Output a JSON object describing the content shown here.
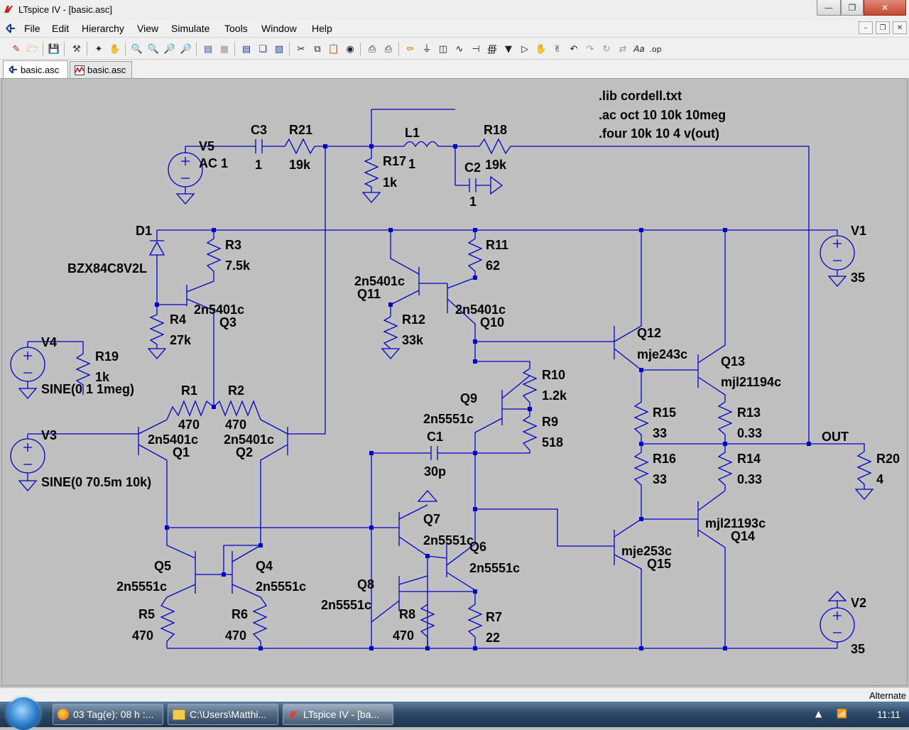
{
  "window": {
    "title": "LTspice IV - [basic.asc]"
  },
  "menu": [
    "File",
    "Edit",
    "Hierarchy",
    "View",
    "Simulate",
    "Tools",
    "Window",
    "Help"
  ],
  "tabs": [
    {
      "label": "basic.asc",
      "icon": "schematic-icon"
    },
    {
      "label": "basic.asc",
      "icon": "waveform-icon"
    }
  ],
  "status": {
    "text": "Alternate"
  },
  "taskbar": {
    "items": [
      {
        "label": "03 Tag(e): 08 h :...",
        "icon": "firefox-icon"
      },
      {
        "label": "C:\\Users\\Matthi...",
        "icon": "folder-icon"
      },
      {
        "label": "LTspice IV - [ba...",
        "icon": "ltspice-icon"
      }
    ],
    "clock": "11:11"
  },
  "directives": [
    ".lib cordell.txt",
    ".ac oct 10 10k 10meg",
    ".four 10k 10 4 v(out)"
  ],
  "labels": {
    "V5": "V5",
    "V5_val": "AC 1",
    "C3": "C3",
    "C3_val": "1",
    "R21": "R21",
    "R21_val": "19k",
    "L1": "L1",
    "L1_val": "1",
    "R17": "R17",
    "R17_val": "1k",
    "R18": "R18",
    "R18_val": "19k",
    "C2": "C2",
    "C2_val": "1",
    "V1": "V1",
    "V1_val": "35",
    "V2": "V2",
    "V2_val": "35",
    "D1": "D1",
    "D1_val": "BZX84C8V2L",
    "R3": "R3",
    "R3_val": "7.5k",
    "R4": "R4",
    "R4_val": "27k",
    "Q3_model": "2n5401c",
    "Q3": "Q3",
    "R11": "R11",
    "R11_val": "62",
    "Q11_model": "2n5401c",
    "Q11": "Q11",
    "R12": "R12",
    "R12_val": "33k",
    "Q10_model": "2n5401c",
    "Q10": "Q10",
    "Q12": "Q12",
    "Q12_model": "mje243c",
    "Q13": "Q13",
    "Q13_model": "mjl21194c",
    "V4": "V4",
    "V4_val": "SINE(0 1 1meg)",
    "R19": "R19",
    "R19_val": "1k",
    "R1": "R1",
    "R1_val": "470",
    "R2": "R2",
    "R2_val": "470",
    "Q1_model": "2n5401c",
    "Q1": "Q1",
    "Q2_model": "2n5401c",
    "Q2": "Q2",
    "V3": "V3",
    "V3_val": "SINE(0 70.5m 10k)",
    "R10": "R10",
    "R10_val": "1.2k",
    "Q9": "Q9",
    "Q9_model": "2n5551c",
    "R9": "R9",
    "R9_val": "518",
    "C1": "C1",
    "C1_val": "30p",
    "R15": "R15",
    "R15_val": "33",
    "R13": "R13",
    "R13_val": "0.33",
    "OUT": "OUT",
    "R16": "R16",
    "R16_val": "33",
    "R14": "R14",
    "R14_val": "0.33",
    "R20": "R20",
    "R20_val": "4",
    "Q7": "Q7",
    "Q7_model": "2n5551c",
    "Q6": "Q6",
    "Q6_model": "2n5551c",
    "Q14_model": "mjl21193c",
    "Q14": "Q14",
    "Q15_model": "mje253c",
    "Q15": "Q15",
    "Q5": "Q5",
    "Q5_model": "2n5551c",
    "Q4": "Q4",
    "Q4_model": "2n5551c",
    "R5": "R5",
    "R5_val": "470",
    "R6": "R6",
    "R6_val": "470",
    "Q8": "Q8",
    "Q8_model": "2n5551c",
    "R8": "R8",
    "R8_val": "470",
    "R7": "R7",
    "R7_val": "22"
  }
}
